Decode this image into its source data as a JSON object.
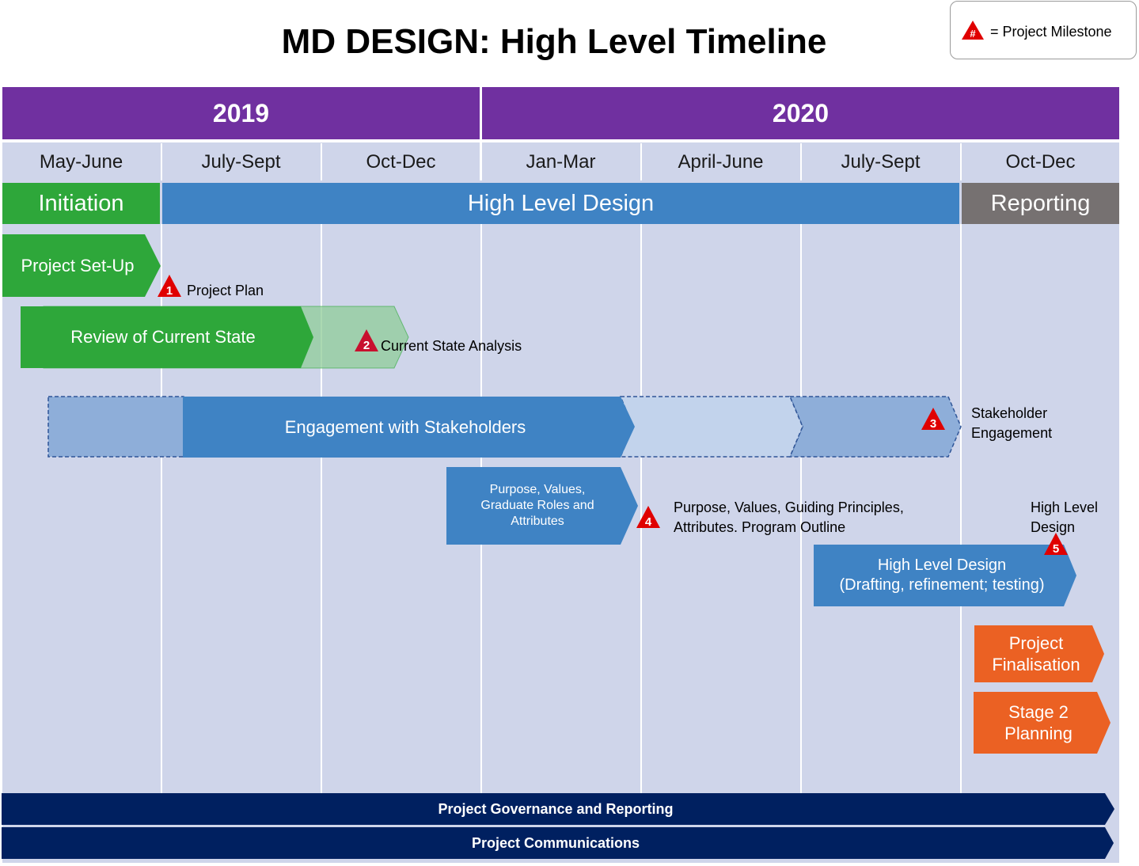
{
  "title": "MD DESIGN: High Level Timeline",
  "legend": {
    "text": "= Project Milestone",
    "icon_glyph": "#"
  },
  "years": [
    {
      "label": "2019"
    },
    {
      "label": "2020"
    }
  ],
  "quarters": [
    {
      "label": "May-June"
    },
    {
      "label": "July-Sept"
    },
    {
      "label": "Oct-Dec"
    },
    {
      "label": "Jan-Mar"
    },
    {
      "label": "April-June"
    },
    {
      "label": "July-Sept"
    },
    {
      "label": "Oct-Dec"
    }
  ],
  "phases": [
    {
      "label": "Initiation",
      "color": "#2ea73a"
    },
    {
      "label": "High Level Design",
      "color": "#3f83c4"
    },
    {
      "label": "Reporting",
      "color": "#767171"
    }
  ],
  "tasks": {
    "project_setup": "Project Set-Up",
    "review_current_state": "Review of Current State",
    "engagement": "Engagement with Stakeholders",
    "purpose_values": "Purpose, Values, Graduate Roles and Attributes",
    "hld_line1": "High Level Design",
    "hld_line2": "(Drafting, refinement; testing)",
    "finalisation": "Project Finalisation",
    "stage2": "Stage 2 Planning"
  },
  "milestones": [
    {
      "number": "1",
      "label": "Project Plan"
    },
    {
      "number": "2",
      "label": "Current State Analysis"
    },
    {
      "number": "3",
      "label_line1": "Stakeholder",
      "label_line2": "Engagement"
    },
    {
      "number": "4",
      "label_line1": "Purpose, Values, Guiding Principles,",
      "label_line2": "Attributes. Program Outline"
    },
    {
      "number": "5",
      "label_line1": "High Level",
      "label_line2": "Design"
    }
  ],
  "footer": {
    "governance": "Project Governance and Reporting",
    "communications": "Project Communications"
  },
  "colors": {
    "purple": "#7030a0",
    "green": "#2ea73a",
    "blue": "#3f83c4",
    "grey": "#767171",
    "orange": "#eb6123",
    "navy": "#002060",
    "milestone_red": "#e00000"
  }
}
